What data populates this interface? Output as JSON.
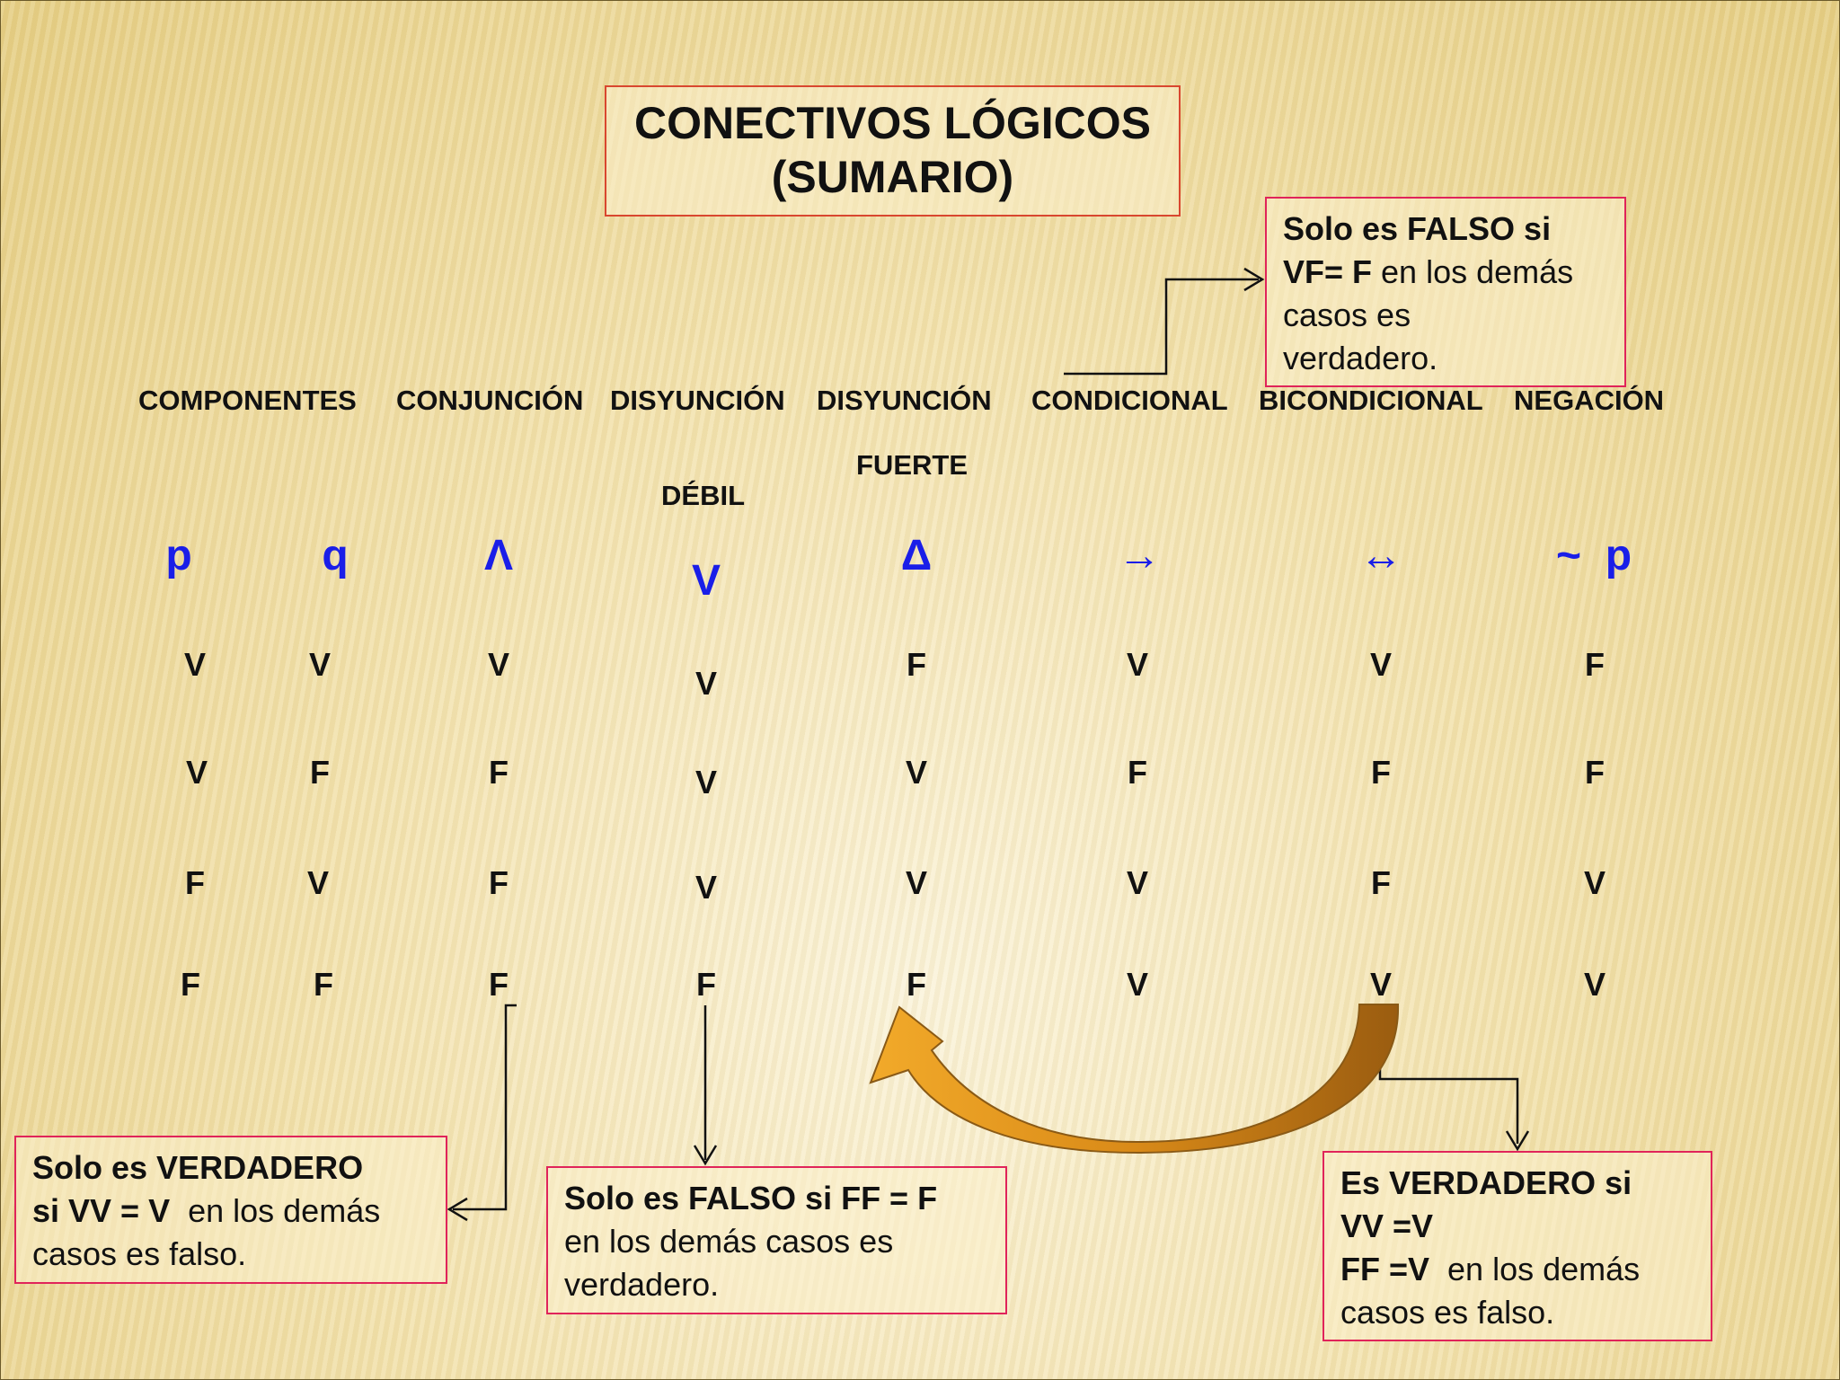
{
  "title": {
    "line1": "CONECTIVOS LÓGICOS",
    "line2": "(SUMARIO)"
  },
  "headers": {
    "componentes": "COMPONENTES",
    "conjuncion": "CONJUNCIÓN",
    "disyuncion_debil": "DISYUNCIÓN",
    "disyuncion_fuerte": "DISYUNCIÓN",
    "condicional": "CONDICIONAL",
    "bicondicional": "BICONDICIONAL",
    "negacion": "NEGACIÓN",
    "debil": "DÉBIL",
    "fuerte": "FUERTE"
  },
  "symbols": {
    "p": "p",
    "q": "q",
    "and": "Λ",
    "or": "V",
    "xor": "Δ",
    "implies": "→",
    "iff": "↔",
    "not": "~  p"
  },
  "table": {
    "p": [
      "V",
      "V",
      "F",
      "F"
    ],
    "q": [
      "V",
      "F",
      "V",
      "F"
    ],
    "and": [
      "V",
      "F",
      "F",
      "F"
    ],
    "or": [
      "V",
      "V",
      "V",
      "F"
    ],
    "xor": [
      "F",
      "V",
      "V",
      "F"
    ],
    "implies": [
      "V",
      "F",
      "V",
      "V"
    ],
    "iff": [
      "V",
      "F",
      "F",
      "V"
    ],
    "not": [
      "F",
      "F",
      "V",
      "V"
    ]
  },
  "notes": {
    "condicional": {
      "b1": "Solo es FALSO si",
      "b2": "VF= F",
      "t1": " en los demás",
      "t2": "casos es",
      "t3": "verdadero."
    },
    "conjuncion": {
      "b1": "Solo es VERDADERO",
      "b2": "si VV = V",
      "t1": "  en los demás",
      "t2": "casos es falso."
    },
    "disyuncion": {
      "b1": "Solo es FALSO si FF = F",
      "t1": "en los demás casos es",
      "t2": "verdadero."
    },
    "bicondicional": {
      "b1": "Es VERDADERO si",
      "b2": "VV =V",
      "b3": "FF =V",
      "t1": "  en los demás",
      "t2": "casos es falso."
    }
  }
}
